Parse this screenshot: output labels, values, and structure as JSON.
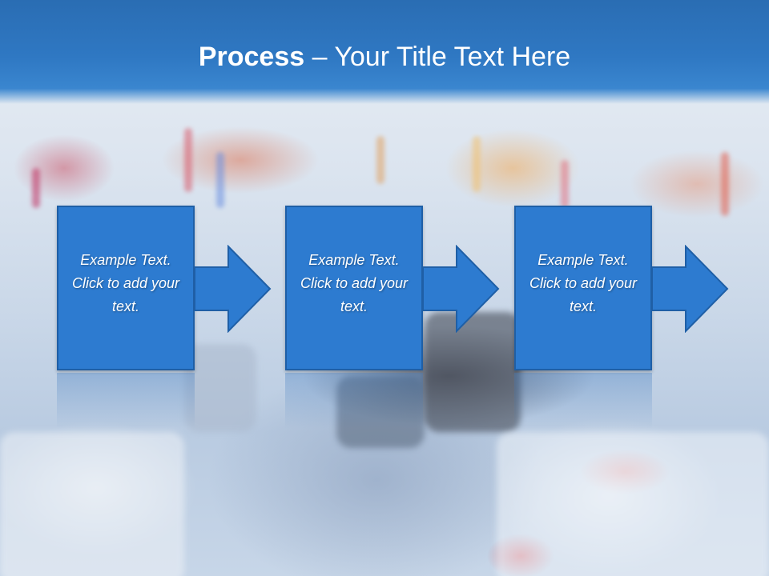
{
  "slide": {
    "title_bold": "Process",
    "title_rest": " – Your Title Text Here",
    "steps": [
      {
        "text": "Example Text. Click  to add your text."
      },
      {
        "text": "Example Text. Click  to add your text."
      },
      {
        "text": "Example Text. Click  to add your text."
      }
    ]
  },
  "colors": {
    "header": "#2f78c3",
    "box_fill": "#2d7bd0",
    "box_border": "#1f5fa6",
    "text": "#ffffff"
  },
  "icons": [
    "right-arrow-icon"
  ]
}
